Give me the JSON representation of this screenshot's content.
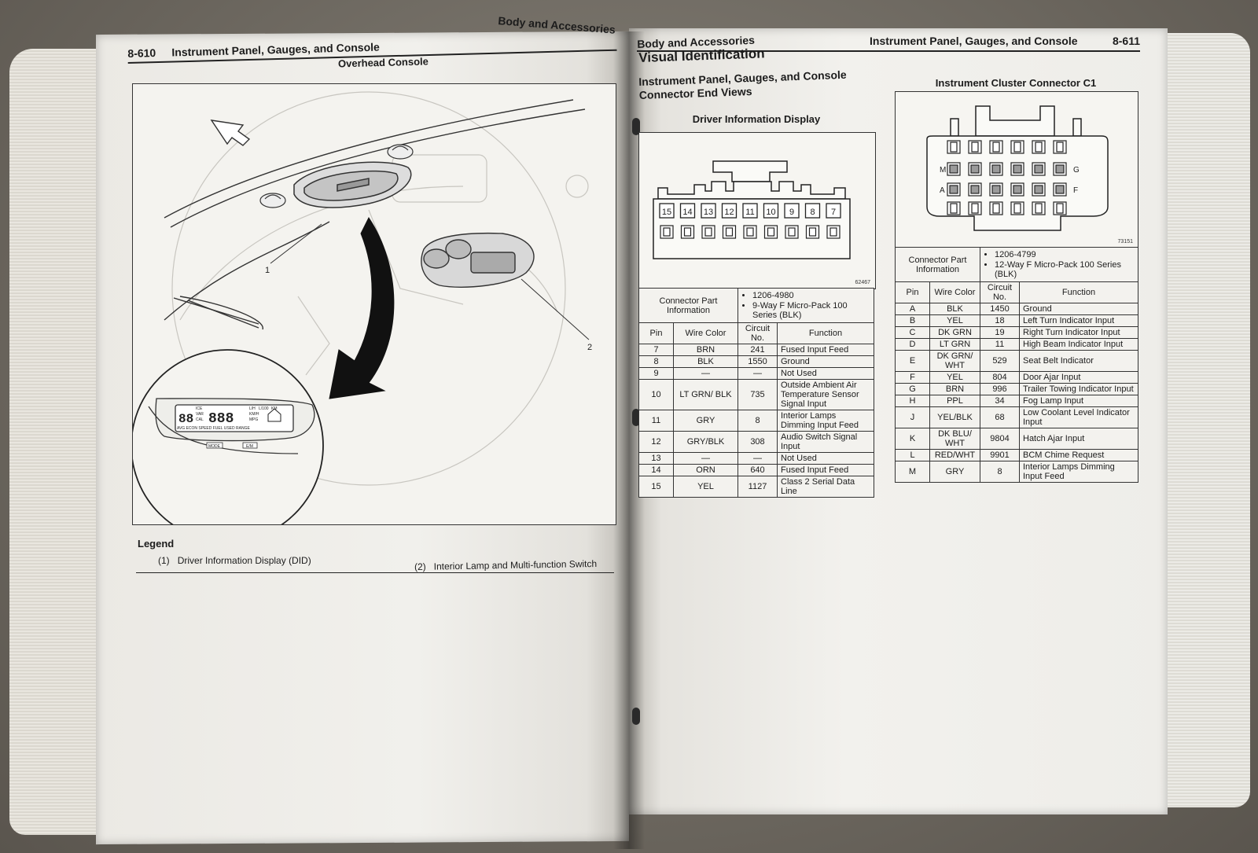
{
  "left_page": {
    "page_number": "8-610",
    "title": "Instrument Panel, Gauges, and Console",
    "section": "Body and Accessories",
    "figure_title": "Overhead Console",
    "callouts": [
      "1",
      "2"
    ],
    "display_texts": {
      "digits_small": "88",
      "digits_large": "888",
      "tags_left": [
        "ICE",
        "VAR",
        "CAL"
      ],
      "tags_right": [
        "L/H",
        "L/100",
        "KM",
        "KM/H",
        "MPG"
      ],
      "bottom_labels": "AVG ECON SPEED FUEL USED RANGE",
      "button_1": "MODE",
      "button_2": "E/M"
    },
    "legend": {
      "title": "Legend",
      "items": [
        {
          "num": "(1)",
          "text": "Driver Information Display (DID)"
        },
        {
          "num": "(2)",
          "text": "Interior Lamp and Multi-function Switch"
        }
      ]
    }
  },
  "right_page": {
    "page_number": "8-611",
    "title": "Instrument Panel, Gauges, and Console",
    "section": "Body and Accessories",
    "heading": "Visual Identification",
    "subheading_1": "Instrument Panel, Gauges, and Console",
    "subheading_2": "Connector End Views",
    "did": {
      "title": "Driver Information Display",
      "fig_id": "62467",
      "cavity_labels": [
        "15",
        "14",
        "13",
        "12",
        "11",
        "10",
        "9",
        "8",
        "7"
      ],
      "connector_label": "Connector Part Information",
      "part_info": [
        "1206-4980",
        "9-Way F Micro-Pack 100 Series (BLK)"
      ],
      "headers": {
        "pin": "Pin",
        "wire_color": "Wire Color",
        "circuit": "Circuit No.",
        "function": "Function"
      },
      "rows": [
        {
          "pin": "7",
          "wire": "BRN",
          "circuit": "241",
          "function": "Fused Input Feed"
        },
        {
          "pin": "8",
          "wire": "BLK",
          "circuit": "1550",
          "function": "Ground"
        },
        {
          "pin": "9",
          "wire": "—",
          "circuit": "—",
          "function": "Not Used"
        },
        {
          "pin": "10",
          "wire": "LT GRN/ BLK",
          "circuit": "735",
          "function": "Outside Ambient Air Temperature Sensor Signal Input"
        },
        {
          "pin": "11",
          "wire": "GRY",
          "circuit": "8",
          "function": "Interior Lamps Dimming Input Feed"
        },
        {
          "pin": "12",
          "wire": "GRY/BLK",
          "circuit": "308",
          "function": "Audio Switch Signal Input"
        },
        {
          "pin": "13",
          "wire": "—",
          "circuit": "—",
          "function": "Not Used"
        },
        {
          "pin": "14",
          "wire": "ORN",
          "circuit": "640",
          "function": "Fused Input Feed"
        },
        {
          "pin": "15",
          "wire": "YEL",
          "circuit": "1127",
          "function": "Class 2 Serial Data Line"
        }
      ]
    },
    "icc": {
      "title": "Instrument Cluster Connector C1",
      "fig_id": "73151",
      "row_labels": {
        "m": "M",
        "g": "G",
        "a": "A",
        "f": "F"
      },
      "connector_label": "Connector Part Information",
      "part_info": [
        "1206-4799",
        "12-Way F Micro-Pack 100 Series (BLK)"
      ],
      "headers": {
        "pin": "Pin",
        "wire_color": "Wire Color",
        "circuit": "Circuit No.",
        "function": "Function"
      },
      "rows": [
        {
          "pin": "A",
          "wire": "BLK",
          "circuit": "1450",
          "function": "Ground"
        },
        {
          "pin": "B",
          "wire": "YEL",
          "circuit": "18",
          "function": "Left Turn Indicator Input"
        },
        {
          "pin": "C",
          "wire": "DK GRN",
          "circuit": "19",
          "function": "Right Turn Indicator Input"
        },
        {
          "pin": "D",
          "wire": "LT GRN",
          "circuit": "11",
          "function": "High Beam Indicator Input"
        },
        {
          "pin": "E",
          "wire": "DK GRN/ WHT",
          "circuit": "529",
          "function": "Seat Belt Indicator"
        },
        {
          "pin": "F",
          "wire": "YEL",
          "circuit": "804",
          "function": "Door Ajar Input"
        },
        {
          "pin": "G",
          "wire": "BRN",
          "circuit": "996",
          "function": "Trailer Towing Indicator Input"
        },
        {
          "pin": "H",
          "wire": "PPL",
          "circuit": "34",
          "function": "Fog Lamp Input"
        },
        {
          "pin": "J",
          "wire": "YEL/BLK",
          "circuit": "68",
          "function": "Low Coolant Level Indicator Input"
        },
        {
          "pin": "K",
          "wire": "DK BLU/ WHT",
          "circuit": "9804",
          "function": "Hatch Ajar Input"
        },
        {
          "pin": "L",
          "wire": "RED/WHT",
          "circuit": "9901",
          "function": "BCM Chime Request"
        },
        {
          "pin": "M",
          "wire": "GRY",
          "circuit": "8",
          "function": "Interior Lamps Dimming Input Feed"
        }
      ]
    }
  }
}
